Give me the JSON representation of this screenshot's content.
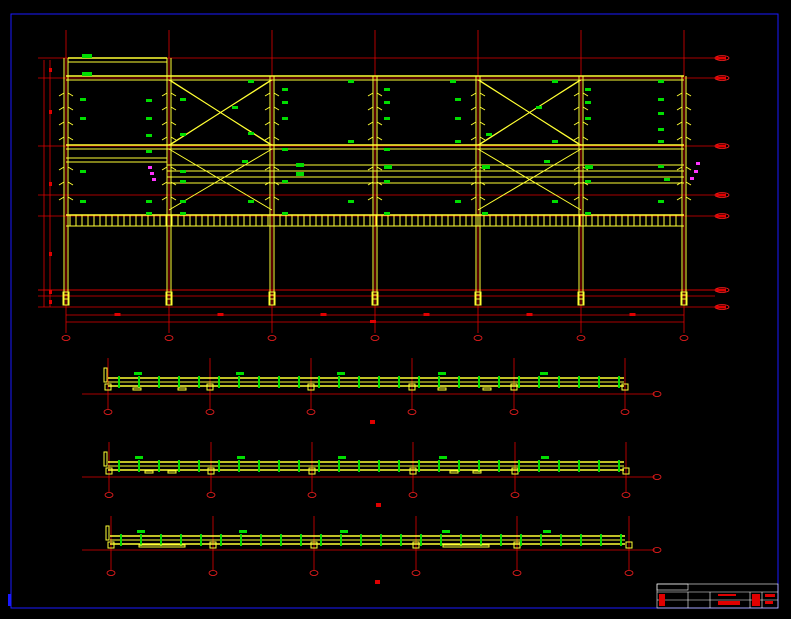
{
  "colors": {
    "background": "#000000",
    "frame": "#1a1aff",
    "grid_lines": "#e00000",
    "steel_members": "#ffff33",
    "member_tags": "#00dd00",
    "annotations": "#ff33ff",
    "title_block": "#ffffff"
  },
  "elevation": {
    "bays": 6,
    "levels": 6,
    "braced_bays": [
      1,
      4
    ]
  },
  "plans": {
    "count": 3,
    "bays": 5
  },
  "title_block": {
    "present": true
  }
}
